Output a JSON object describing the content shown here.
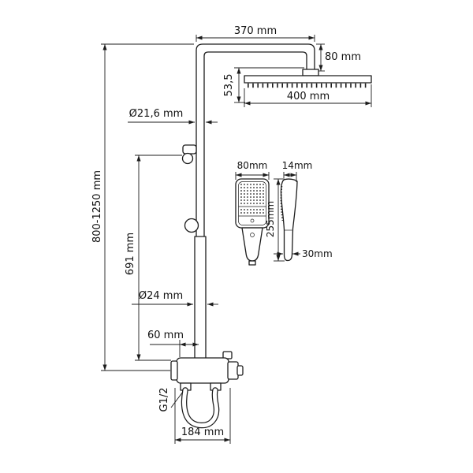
{
  "page": {
    "background": "#ffffff",
    "line_color": "#1c1c1c"
  },
  "drawing": {
    "labels": {
      "arm_length": "370 mm",
      "arm_drop": "80 mm",
      "head_height": "53,5",
      "head_width": "400 mm",
      "upper_pipe_diameter": "Ø21,6 mm",
      "overall_height": "800-1250 mm",
      "column_height": "691 mm",
      "handshower_width": "80mm",
      "handshower_depth": "14mm",
      "handshower_length": "255mm",
      "handshower_handle_width": "30mm",
      "lower_pipe_diameter": "Ø24 mm",
      "mixer_offset": "60 mm",
      "connection_thread": "G1/2",
      "mixer_width": "184 mm"
    }
  }
}
